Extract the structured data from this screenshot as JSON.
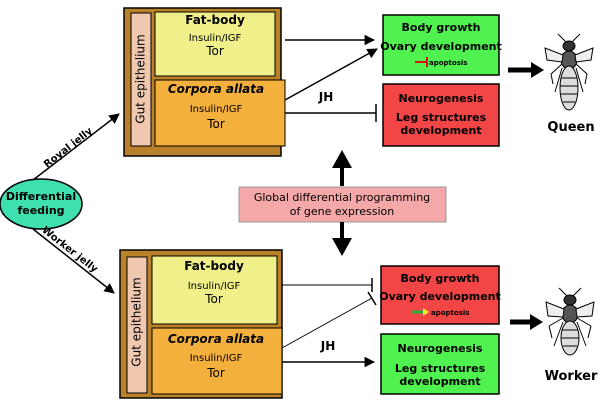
{
  "upper": {
    "gut_label": "Gut epithelium",
    "fat_body": {
      "title": "Fat-body",
      "line1": "Insulin/IGF",
      "line2": "Tor"
    },
    "corpora": {
      "title": "Corpora allata",
      "line1": "Insulin/IGF",
      "line2": "Tor"
    },
    "jh_label": "JH",
    "green_box": {
      "line1": "Body growth",
      "line2": "Ovary development",
      "apoptosis": "apoptosis"
    },
    "red_box": {
      "line1": "Neurogenesis",
      "line2": "Leg structures",
      "line3": "development"
    },
    "caste": "Queen",
    "feed_label": "Royal jelly"
  },
  "lower": {
    "gut_label": "Gut epithelium",
    "fat_body": {
      "title": "Fat-body",
      "line1": "Insulin/IGF",
      "line2": "Tor"
    },
    "corpora": {
      "title": "Corpora allata",
      "line1": "Insulin/IGF",
      "line2": "Tor"
    },
    "jh_label": "JH",
    "red_box": {
      "line1": "Body growth",
      "line2": "Ovary development",
      "apoptosis": "apoptosis"
    },
    "green_box": {
      "line1": "Neurogenesis",
      "line2": "Leg structures",
      "line3": "development"
    },
    "caste": "Worker",
    "feed_label": "Worker jelly"
  },
  "center": {
    "ellipse_line1": "Differential",
    "ellipse_line2": "feeding",
    "global_line1": "Global differential programming",
    "global_line2": "of gene expression"
  },
  "colors": {
    "outer_box": "#b8812a",
    "gut": "#f0c8b0",
    "fat_body": "#f0f08a",
    "corpora": "#f3b03d",
    "green": "#4ff24f",
    "red": "#f24545",
    "ellipse": "#3fe0b0",
    "global": "#f4a8a8"
  }
}
